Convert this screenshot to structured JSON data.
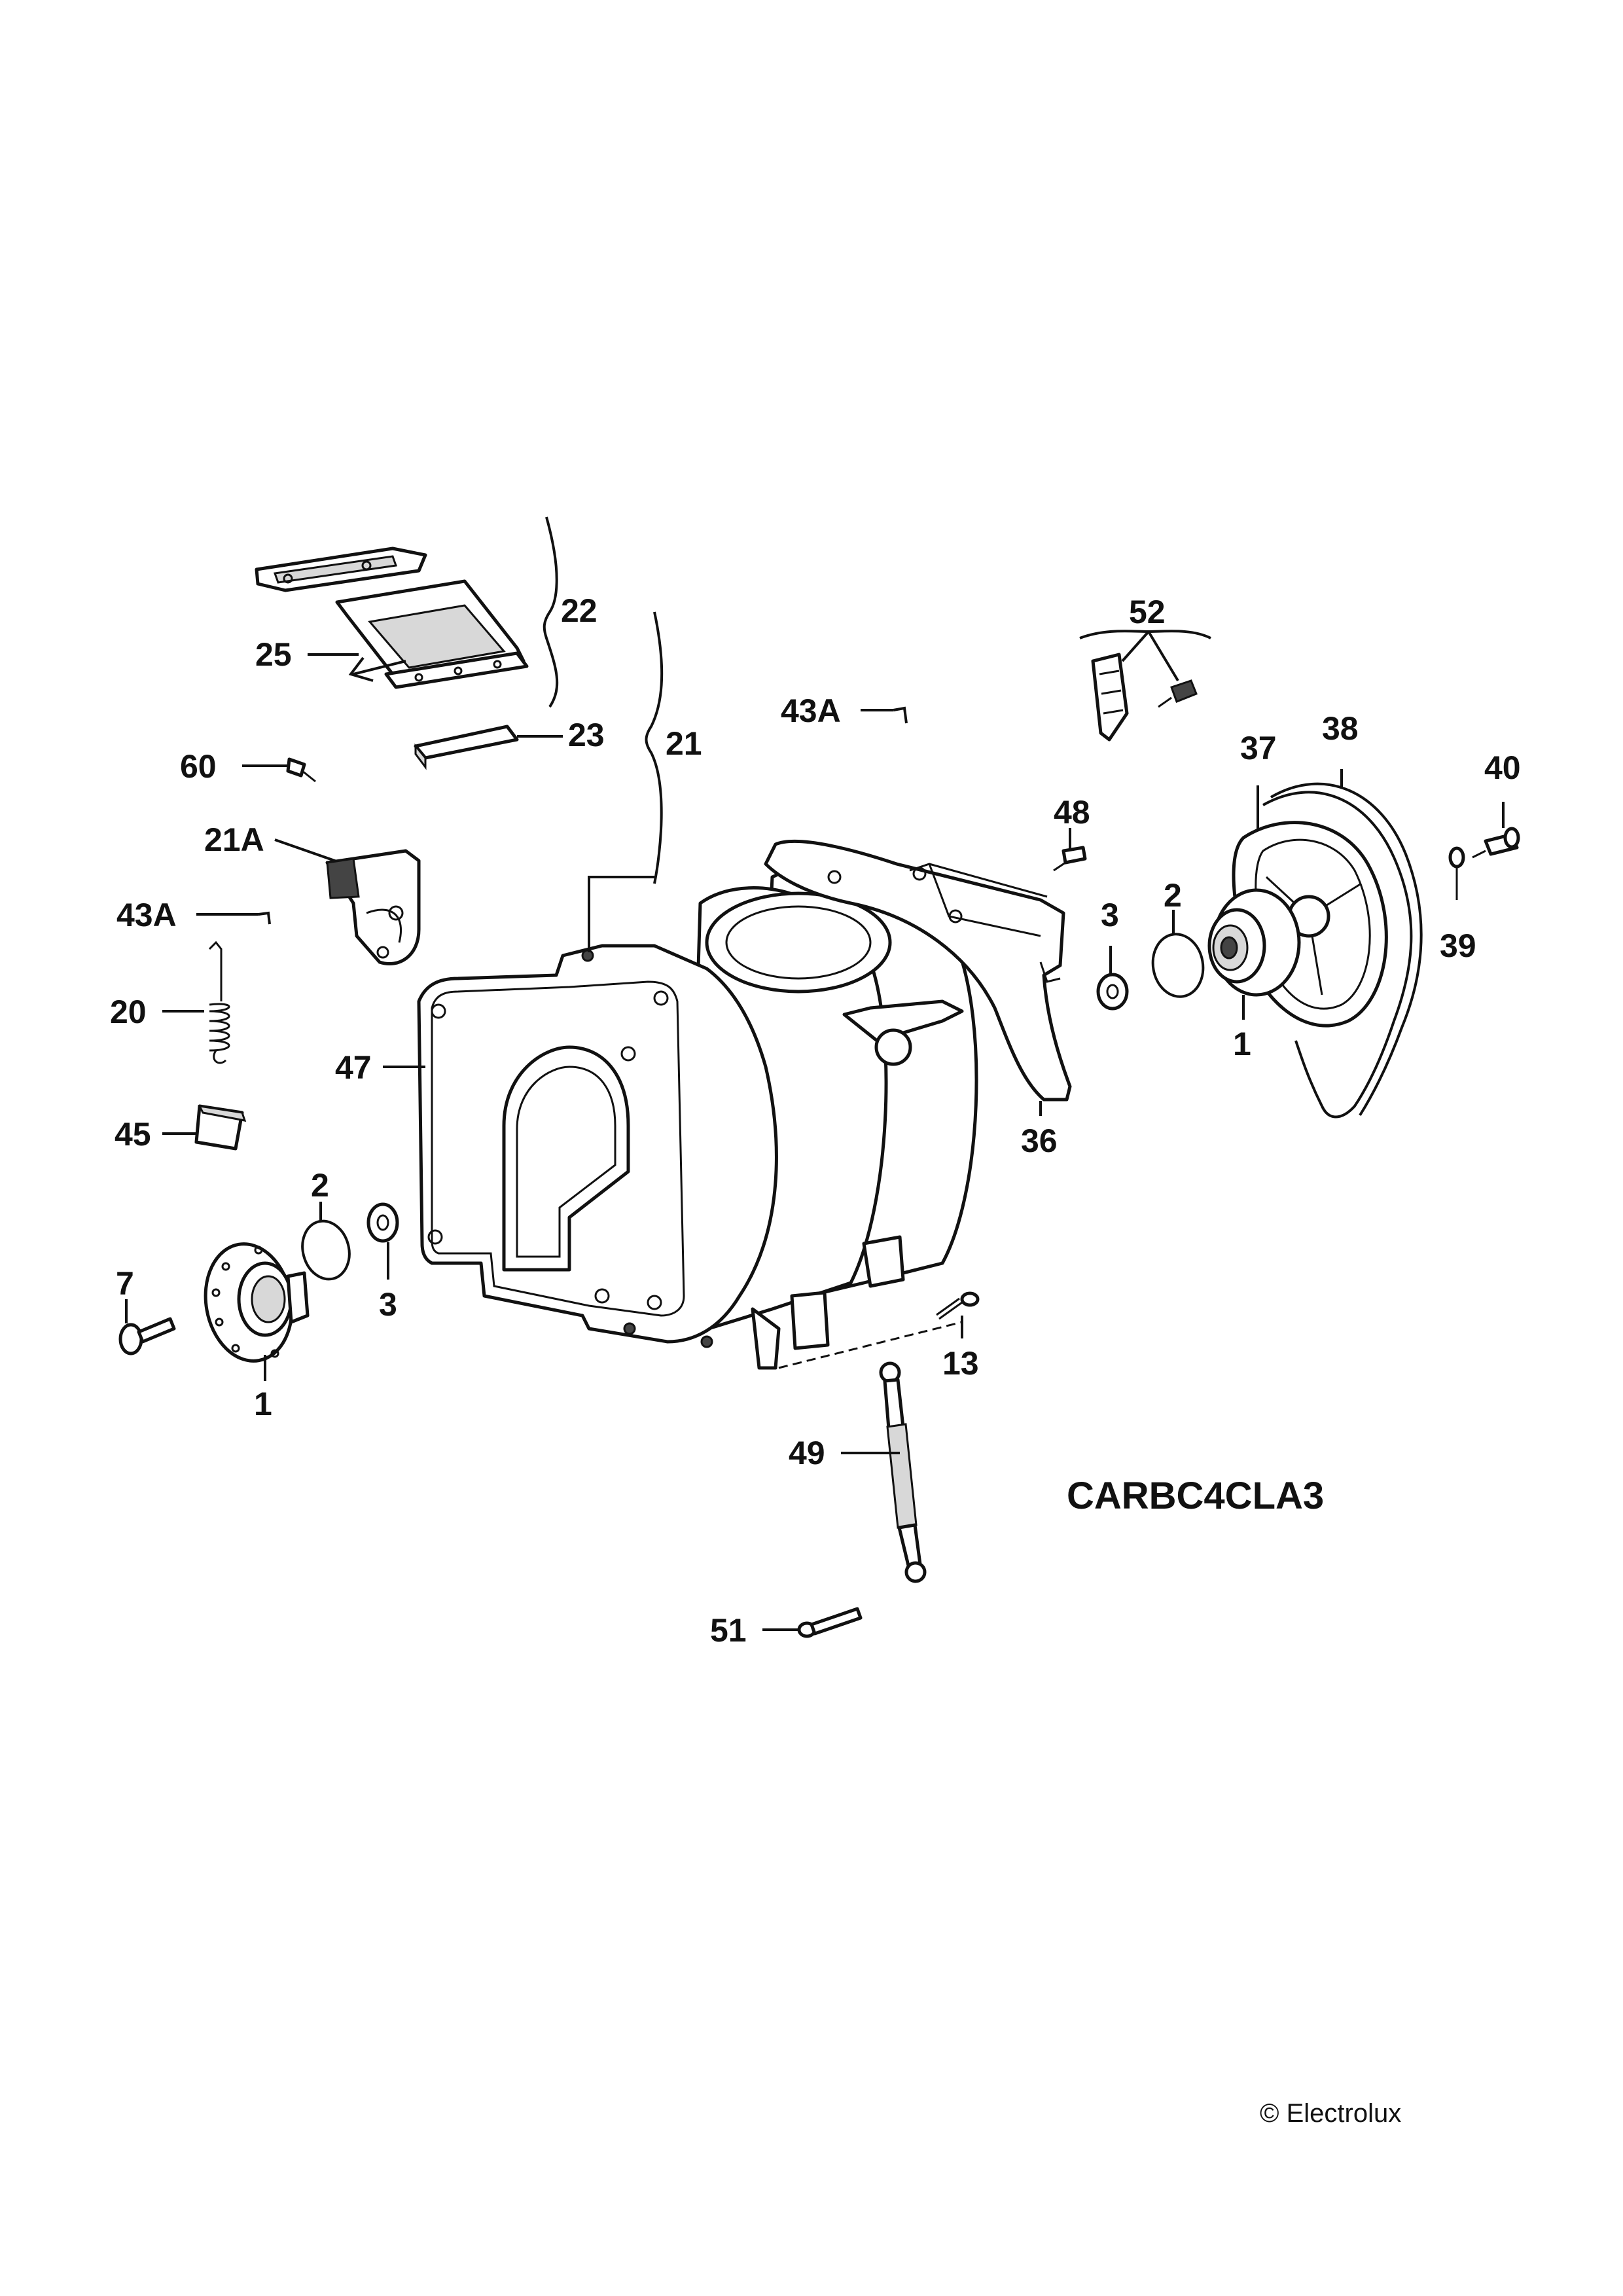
{
  "diagram": {
    "code": "CARBC4CLA3",
    "copyright": "© Electrolux",
    "callouts": {
      "c22": "22",
      "c25": "25",
      "c23": "23",
      "c21": "21",
      "c60": "60",
      "c21A": "21A",
      "c43A_left": "43A",
      "c20": "20",
      "c47": "47",
      "c45": "45",
      "c2_left": "2",
      "c3_left": "3",
      "c7": "7",
      "c1_left": "1",
      "c43A_top": "43A",
      "c52": "52",
      "c48": "48",
      "c37": "37",
      "c38": "38",
      "c40": "40",
      "c3_right": "3",
      "c2_right": "2",
      "c39": "39",
      "c1_right": "1",
      "c36": "36",
      "c13": "13",
      "c49": "49",
      "c51": "51"
    },
    "parts": [
      {
        "id": "heater-cover-upper",
        "icon": "perforated-plate-icon"
      },
      {
        "id": "heater-cover-lower",
        "icon": "perforated-plate-icon"
      },
      {
        "id": "strip",
        "icon": "bar-icon"
      },
      {
        "id": "screw",
        "icon": "screw-icon"
      },
      {
        "id": "bracket",
        "icon": "bracket-icon"
      },
      {
        "id": "clip",
        "icon": "clip-icon"
      },
      {
        "id": "spring",
        "icon": "spring-icon"
      },
      {
        "id": "tub-half",
        "icon": "tub-icon"
      },
      {
        "id": "pad",
        "icon": "pad-icon"
      },
      {
        "id": "bearing-flange",
        "icon": "flange-icon"
      },
      {
        "id": "o-ring",
        "icon": "ring-icon"
      },
      {
        "id": "washer",
        "icon": "washer-icon"
      },
      {
        "id": "bolt",
        "icon": "bolt-icon"
      },
      {
        "id": "counterweight",
        "icon": "counterweight-icon"
      },
      {
        "id": "pulley",
        "icon": "pulley-icon"
      },
      {
        "id": "belt",
        "icon": "belt-icon"
      },
      {
        "id": "shock-absorber",
        "icon": "damper-icon"
      },
      {
        "id": "pin",
        "icon": "pin-icon"
      }
    ]
  }
}
